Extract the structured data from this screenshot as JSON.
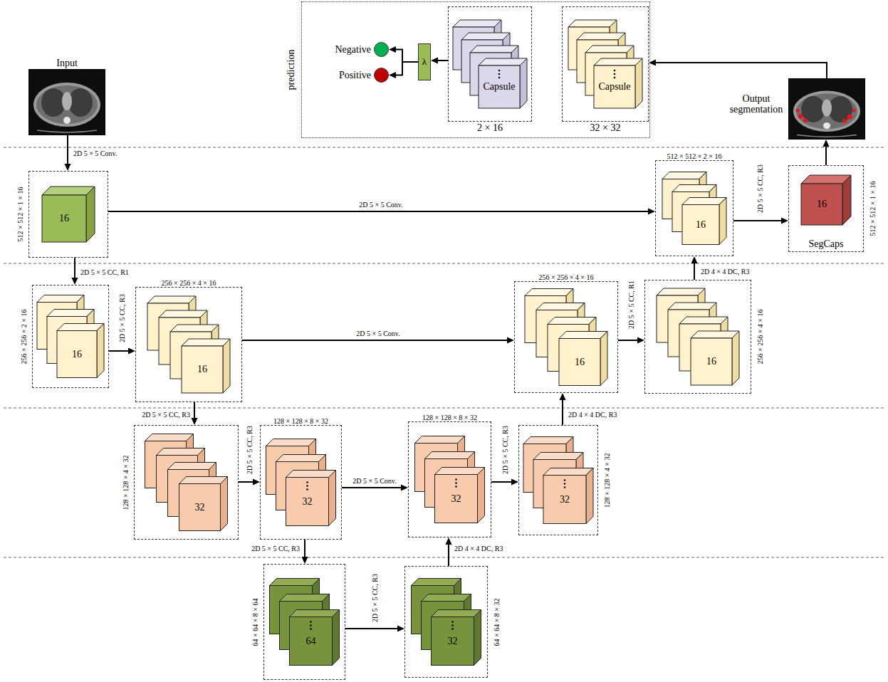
{
  "diagram": {
    "nodes": [
      {
        "text": [
          "Input"
        ]
      },
      {
        "text": [
          "prediction"
        ]
      },
      {
        "text": [
          "Negative"
        ],
        "in": 1
      },
      {
        "text": [
          "Positive"
        ],
        "in": 1
      },
      {
        "text": [
          "λ"
        ],
        "in": 1
      },
      {
        "text": [
          "Capsule",
          "2 × 16"
        ],
        "in": 1
      },
      {
        "text": [
          "Capsule",
          "32 × 32"
        ],
        "in": 1
      },
      {
        "text": [
          "Output segmentation"
        ]
      },
      {
        "text": [
          "16",
          "512 × 512 × 1 × 16"
        ]
      },
      {
        "text": [
          "16",
          "512 × 512 × 2 × 16"
        ]
      },
      {
        "text": [
          "16",
          "SegCaps",
          "512 × 512 × 1 × 16"
        ]
      },
      {
        "text": [
          "16",
          "256 × 256 × 2 × 16"
        ]
      },
      {
        "text": [
          "16",
          "256 × 256 × 4 × 16"
        ]
      },
      {
        "text": [
          "16",
          "256 × 256 × 4 × 16"
        ]
      },
      {
        "text": [
          "16",
          "256 × 256 × 4 × 16"
        ]
      },
      {
        "text": [
          "32",
          "128 × 128 × 4 × 32"
        ]
      },
      {
        "text": [
          "32",
          "128 × 128 × 8 × 32"
        ]
      },
      {
        "text": [
          "32",
          "128 × 128 × 8 × 32"
        ]
      },
      {
        "text": [
          "32",
          "128 × 128 × 4 × 32"
        ]
      },
      {
        "text": [
          "64",
          "64 × 64 × 8 × 64"
        ]
      },
      {
        "text": [
          "32",
          "64 × 64 × 8 × 32"
        ]
      }
    ],
    "edges": [
      {
        "from": 0,
        "to": 8,
        "arrow": "to",
        "label": "2D 5 × 5 Conv."
      },
      {
        "from": 8,
        "to": 9,
        "arrow": "to",
        "label": "2D 5 × 5 Conv."
      },
      {
        "from": 9,
        "to": 10,
        "arrow": "to",
        "label": "2D 5 × 5 CC, R3"
      },
      {
        "from": 10,
        "to": 7,
        "arrow": "to"
      },
      {
        "from": 7,
        "to": 6,
        "arrow": "to"
      },
      {
        "from": 5,
        "to": 4,
        "arrow": "to"
      },
      {
        "from": 4,
        "to": 2,
        "arrow": "to"
      },
      {
        "from": 4,
        "to": 3,
        "arrow": "to"
      },
      {
        "from": 8,
        "to": 11,
        "arrow": "to",
        "label": "2D 5 × 5 CC, R1"
      },
      {
        "from": 11,
        "to": 12,
        "arrow": "to",
        "label": "2D 5 × 5 CC, R3"
      },
      {
        "from": 12,
        "to": 13,
        "arrow": "to",
        "label": "2D 5 × 5 Conv."
      },
      {
        "from": 13,
        "to": 14,
        "arrow": "to",
        "label": "2D 5 × 5 CC, R1"
      },
      {
        "from": 14,
        "to": 9,
        "arrow": "to",
        "label": "2D 4 × 4 DC, R3"
      },
      {
        "from": 12,
        "to": 15,
        "arrow": "to",
        "label": "2D 5 × 5 CC, R3"
      },
      {
        "from": 15,
        "to": 16,
        "arrow": "to",
        "label": "2D 5 × 5 CC, R3"
      },
      {
        "from": 16,
        "to": 17,
        "arrow": "to",
        "label": "2D 5 × 5 Conv."
      },
      {
        "from": 17,
        "to": 18,
        "arrow": "to",
        "label": "2D 5 × 5 CC, R3"
      },
      {
        "from": 18,
        "to": 13,
        "arrow": "to",
        "label": "2D 4 × 4 DC, R3"
      },
      {
        "from": 16,
        "to": 19,
        "arrow": "to",
        "label": "2D 5 × 5 CC, R3"
      },
      {
        "from": 19,
        "to": 20,
        "arrow": "to",
        "label": "2D 5 × 5 CC, R3"
      },
      {
        "from": 20,
        "to": 17,
        "arrow": "to",
        "label": "2D 4 × 4 DC, R3"
      }
    ]
  }
}
